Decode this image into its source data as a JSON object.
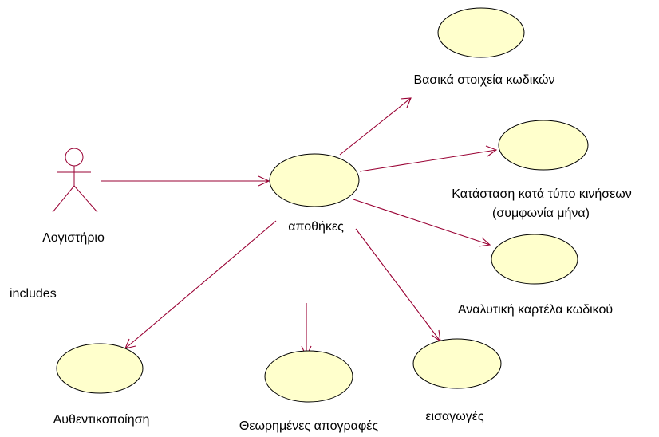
{
  "actor": {
    "label": "Λογιστήριο"
  },
  "note": {
    "text": "includes"
  },
  "use_cases": {
    "main": {
      "label": "αποθήκες"
    },
    "basic_codes": {
      "label": "Βασικά στοιχεία κωδικών"
    },
    "status_by_type": {
      "label_line1": "Κατάσταση κατά τύπο κινήσεων",
      "label_line2": "(συμφωνία μήνα)"
    },
    "analytic_card": {
      "label": "Αναλυτική καρτέλα κωδικού"
    },
    "authentication": {
      "label": "Αυθεντικοποίηση"
    },
    "inventories": {
      "label": "Θεωρημένες απογραφές"
    },
    "imports": {
      "label": "εισαγωγές"
    }
  },
  "colors": {
    "usecase_fill": "#ffffcc",
    "line": "#990033",
    "text": "#000000"
  }
}
